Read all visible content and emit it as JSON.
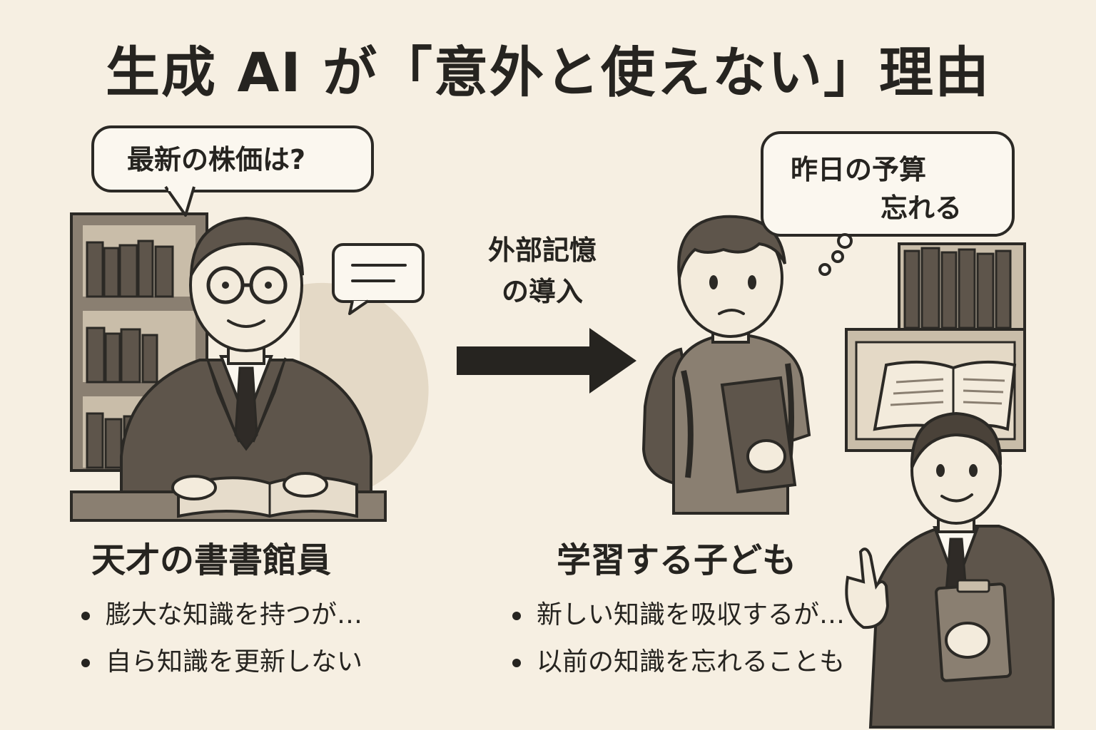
{
  "title": "生成 AI が「意外と使えない」理由",
  "left_panel": {
    "speech_bubble": "最新の株価は?",
    "heading": "天才の書書館員",
    "bullets": [
      "膨大な知識を持つが…",
      "自ら知識を更新しない"
    ]
  },
  "transition": {
    "label_line1": "外部記憶",
    "label_line2": "の導入"
  },
  "right_panel": {
    "thought_bubble_line1": "昨日の予算",
    "thought_bubble_line2": "忘れる",
    "heading": "学習する子ども",
    "bullets": [
      "新しい知識を吸収するが…",
      "以前の知識を忘れることも"
    ]
  },
  "colors": {
    "background": "#f6efe2",
    "ink": "#262420",
    "sepia_dark": "#5e554b",
    "sepia_mid": "#8a7f71",
    "sepia_light": "#c9bda9"
  }
}
